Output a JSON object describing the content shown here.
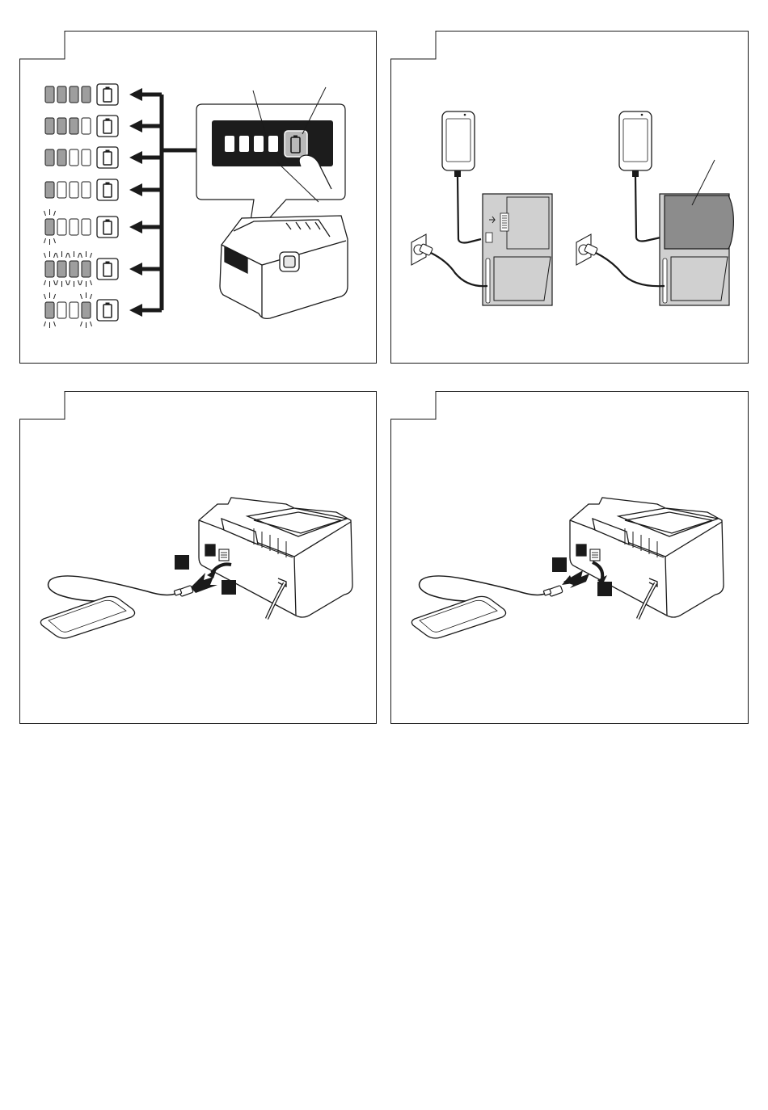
{
  "page": {
    "background": "#ffffff"
  },
  "colors": {
    "ink": "#1a1a1a",
    "led_fill": "#9e9e9e",
    "display_bg": "#1c1c1c",
    "charger_fill": "#d0d0d0",
    "battery_fill": "#8c8c8c"
  },
  "figures": [
    {
      "id": "figure-1",
      "content": "battery-level-indicator",
      "tab_label": ""
    },
    {
      "id": "figure-2",
      "content": "usb-charging-setups",
      "tab_label": ""
    },
    {
      "id": "figure-3",
      "content": "connect-usb-cable",
      "tab_label": ""
    },
    {
      "id": "figure-4",
      "content": "disconnect-usb-cable",
      "tab_label": ""
    }
  ],
  "indicator": {
    "levels": [
      {
        "state": "4-leds-on"
      },
      {
        "state": "3-leds-on"
      },
      {
        "state": "2-leds-on"
      },
      {
        "state": "1-led-on"
      },
      {
        "state": "1-led-flashing"
      },
      {
        "state": "all-leds-flashing"
      },
      {
        "state": "alternating-flash"
      }
    ]
  },
  "icons": [
    "battery-icon",
    "arrow-left-icon",
    "smartphone-icon",
    "wall-socket-icon",
    "finger-icon",
    "usb-plug-icon",
    "rotate-arrow-icon"
  ]
}
